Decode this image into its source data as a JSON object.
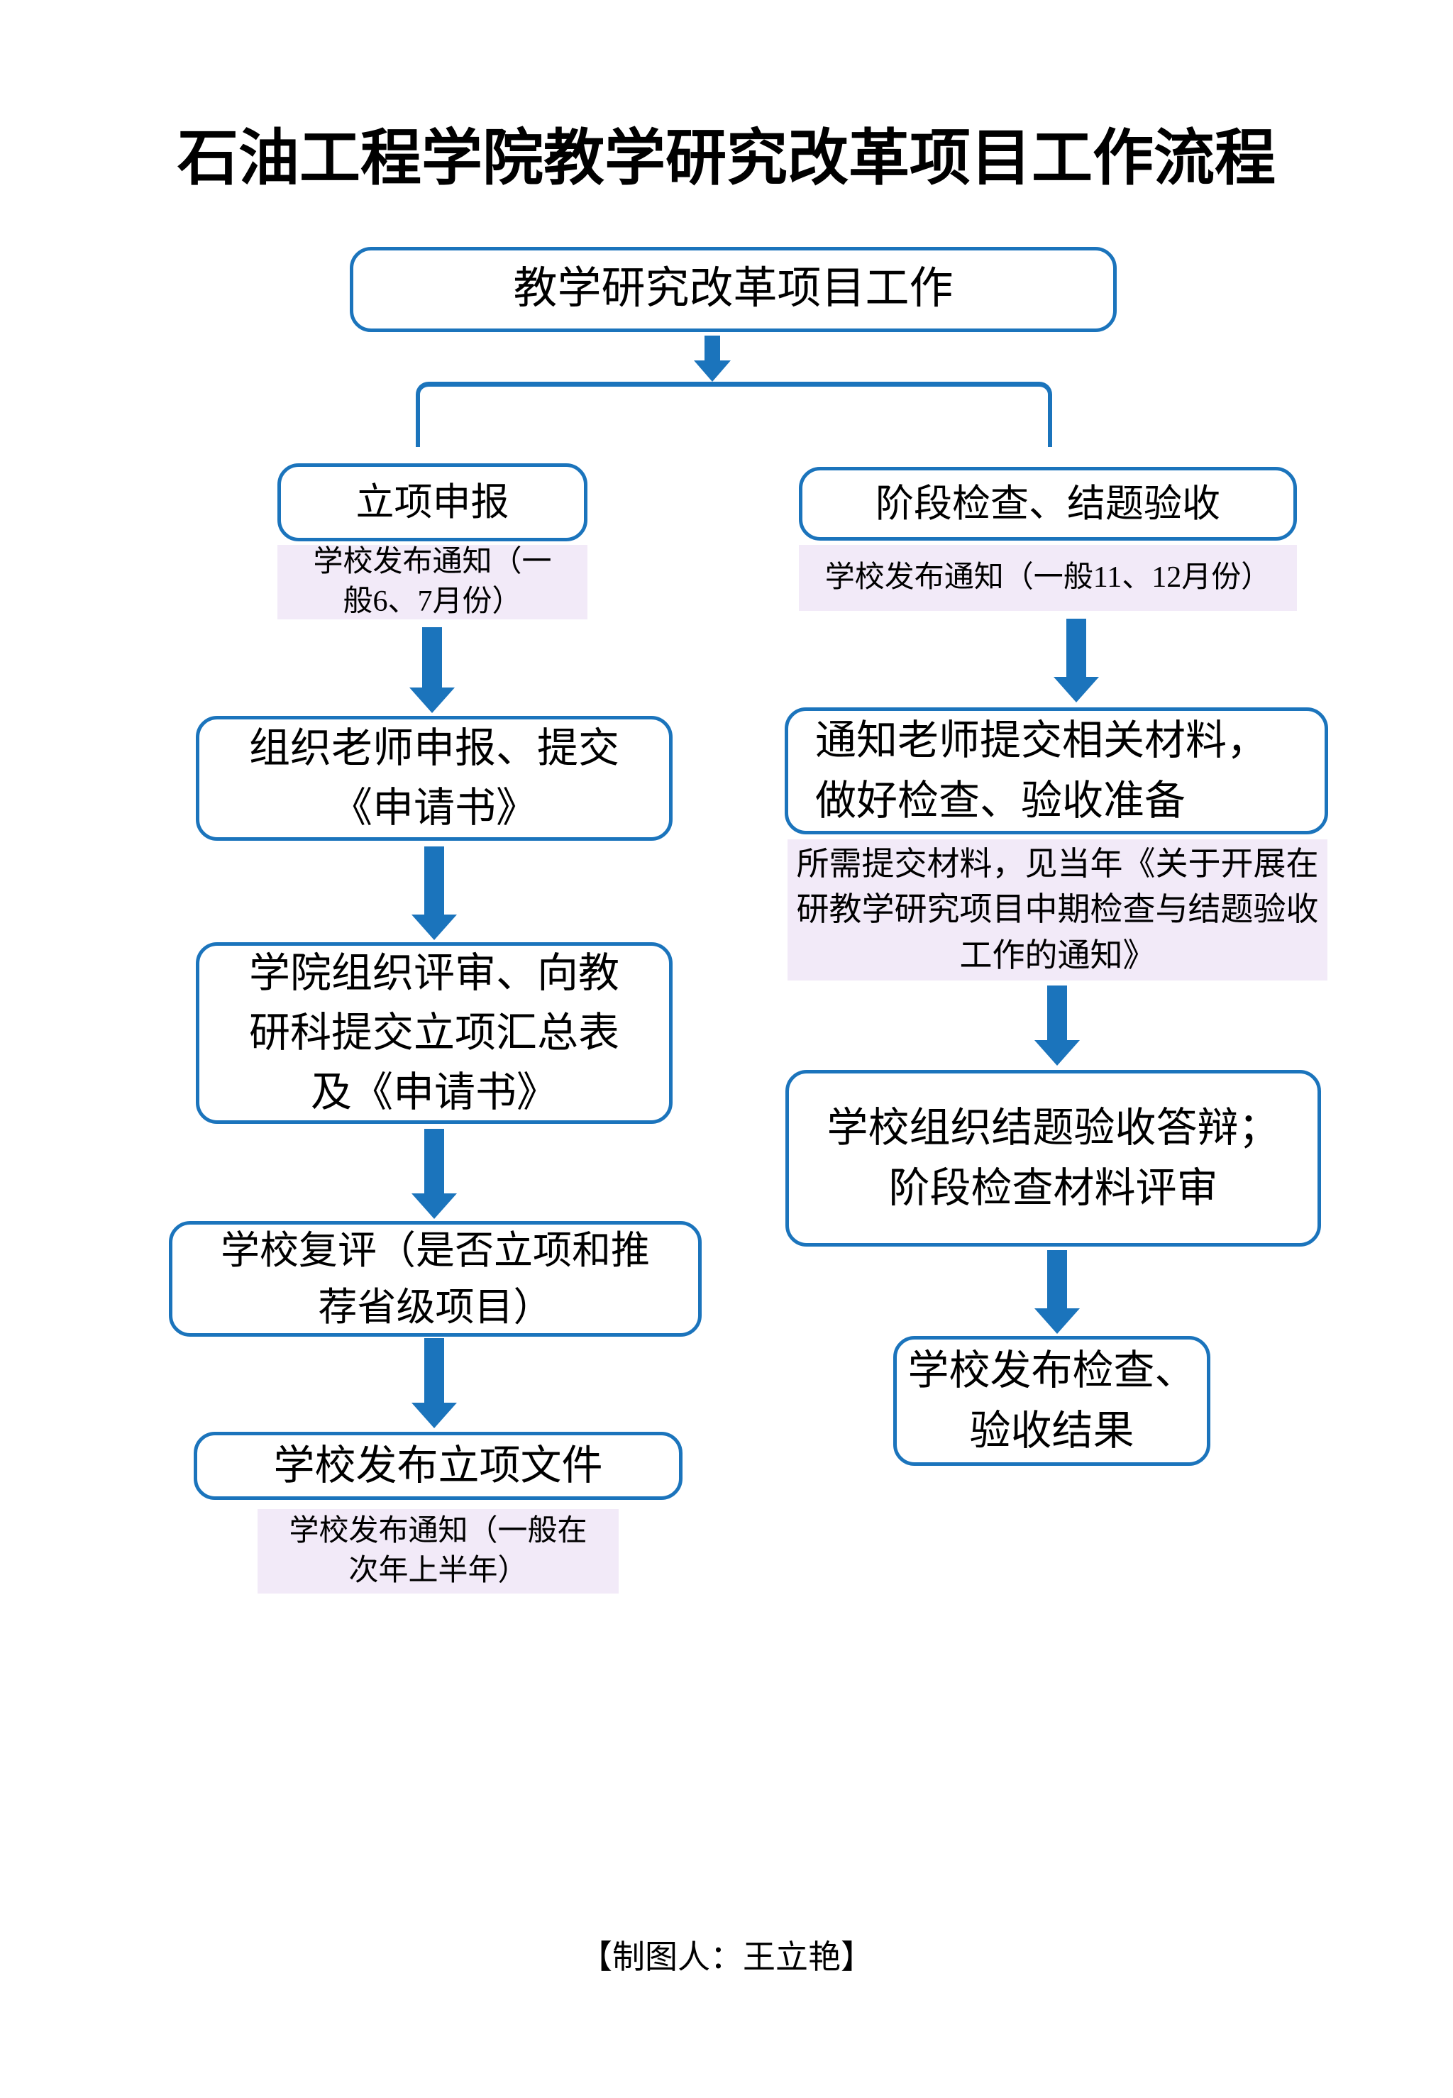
{
  "colors": {
    "accent_blue": "#1B74BC",
    "note_bg": "#F2EAF8",
    "text": "#000000"
  },
  "title": "石油工程学院教学研究改革项目工作流程",
  "diagram": {
    "root": "教学研究改革项目工作",
    "left": {
      "header": "立项申报",
      "notice_note": "学校发布通知（一\n般6、7月份）",
      "steps": [
        "组织老师申报、提交\n《申请书》",
        "学院组织评审、向教\n研科提交立项汇总表\n及《申请书》",
        "学校复评（是否立项和推\n荐省级项目）",
        "学校发布立项文件"
      ],
      "final_note": "学校发布通知（一般在\n次年上半年）"
    },
    "right": {
      "header": "阶段检查、结题验收",
      "notice_note": "学校发布通知（一般11、12月份）",
      "steps": [
        "通知老师提交相关材料，\n做好检查、验收准备",
        "学校组织结题验收答辩；\n阶段检查材料评审",
        "学校发布检查、\n验收结果"
      ],
      "materials_note": "所需提交材料，见当年《关于开展在\n研教学研究项目中期检查与结题验收\n工作的通知》"
    }
  },
  "footer": "【制图人：王立艳】"
}
